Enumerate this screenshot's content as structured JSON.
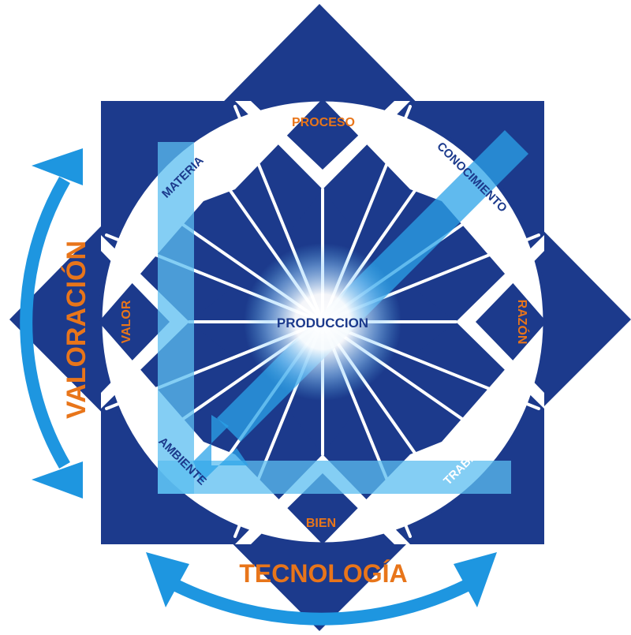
{
  "colors": {
    "navy": "#1c3a8c",
    "orange": "#e8751a",
    "light_blue": "#5bbdf0",
    "bright_blue": "#1e96e0",
    "white": "#ffffff"
  },
  "labels": {
    "center": "PRODUCCION",
    "proceso": "PROCESO",
    "conocimiento": "CONOCIMIENTO",
    "razon": "RAZÓN",
    "trabajo": "TRABAJO",
    "bien": "BIEN",
    "ambiente": "AMBIENTE",
    "valor": "VALOR",
    "materia": "MATERIA",
    "valoracion": "VALORACIÓN",
    "tecnologia": "TECNOLOGÍA"
  }
}
